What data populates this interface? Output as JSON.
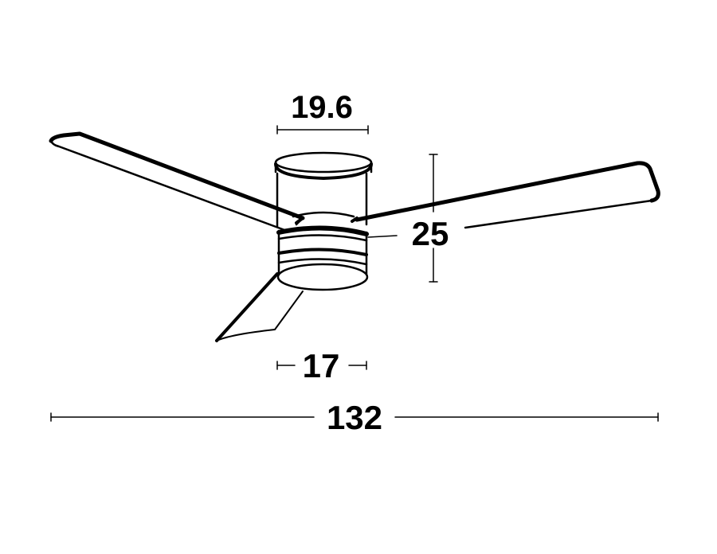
{
  "diagram": {
    "subject": "Ceiling fan with three blades, dimension drawing",
    "colors": {
      "line": "#000000",
      "background": "#ffffff"
    },
    "dimensions": {
      "canopy_width": {
        "label": "19.6"
      },
      "height": {
        "label": "25"
      },
      "motor_width": {
        "label": "17"
      },
      "blade_span": {
        "label": "132"
      }
    }
  }
}
